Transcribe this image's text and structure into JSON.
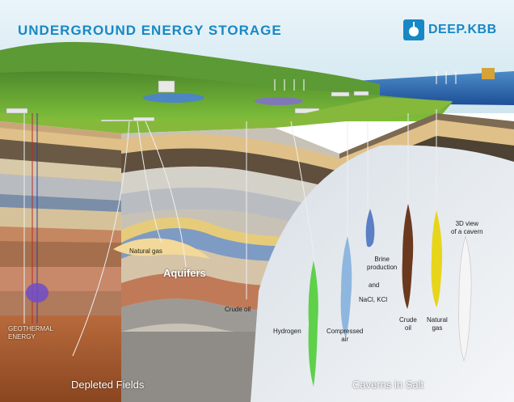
{
  "header": {
    "title": "UNDERGROUND ENERGY STORAGE",
    "logo_text": "DEEP.KBB"
  },
  "labels": {
    "natural_gas_aquifer": "Natural gas",
    "aquifers": "Aquifers",
    "crude_oil_aquifer": "Crude oil",
    "geothermal": [
      "GEOTHERMAL",
      "ENERGY"
    ],
    "depleted_fields": "Depleted Fields",
    "caverns_in_salt": "Caverns in Salt",
    "hydrogen": "Hydrogen",
    "compressed_air": [
      "Compressed",
      "air"
    ],
    "brine_production": [
      "Brine",
      "production"
    ],
    "and": "and",
    "nacl_kcl": "NaCl, KCl",
    "crude_oil_cavern": [
      "Crude",
      "oil"
    ],
    "natural_gas_cavern": [
      "Natural",
      "gas"
    ],
    "cavern_3d": [
      "3D view",
      "of a cavern"
    ]
  },
  "colors": {
    "brand": "#1788c5",
    "hydrogen": "#5fd04a",
    "compressed_air": "#8fb6df",
    "brine": "#5b7fc4",
    "crude_oil": "#6b3a1e",
    "natural_gas": "#e7d51b",
    "cavern_3d": "#f2f2f2"
  }
}
